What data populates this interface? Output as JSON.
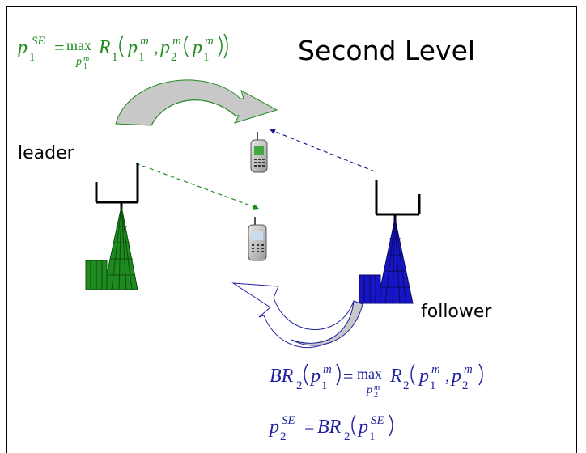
{
  "title": "Second Level",
  "labels": {
    "leader": "leader",
    "follower": "follower"
  },
  "equations": {
    "leader_eq": {
      "lhs_base": "p",
      "lhs_sub": "1",
      "lhs_sup": "SE",
      "op": "max",
      "op_sub": "p",
      "op_sub_sub": "1",
      "op_sub_sup": "m",
      "func": "R",
      "func_sub": "1",
      "arg1": "p",
      "arg1_sub": "1",
      "arg1_sup": "m",
      "arg2": "p",
      "arg2_sub": "2",
      "arg2_sup": "m",
      "inner": "p",
      "inner_sub": "1",
      "inner_sup": "m"
    },
    "follower_br_eq": {
      "lhs": "BR",
      "lhs_sub": "2",
      "lhs_arg": "p",
      "lhs_arg_sub": "1",
      "lhs_arg_sup": "m",
      "op": "max",
      "op_sub": "p",
      "op_sub_sub": "2",
      "op_sub_sup": "m",
      "func": "R",
      "func_sub": "2",
      "arg1": "p",
      "arg1_sub": "1",
      "arg1_sup": "m",
      "arg2": "p",
      "arg2_sub": "2",
      "arg2_sup": "m"
    },
    "follower_se_eq": {
      "lhs_base": "p",
      "lhs_sub": "2",
      "lhs_sup": "SE",
      "rhs": "BR",
      "rhs_sub": "2",
      "arg": "p",
      "arg_sub": "1",
      "arg_sup": "SE"
    }
  },
  "colors": {
    "leader": "#1e8b1e",
    "follower": "#2222a0",
    "leader_tower": "#1f8a1f",
    "follower_tower": "#1616c8",
    "arrow_fill": "#c8c8c8"
  },
  "icons": [
    "antenna-icon",
    "base-station-icon",
    "mobile-phone-icon"
  ]
}
